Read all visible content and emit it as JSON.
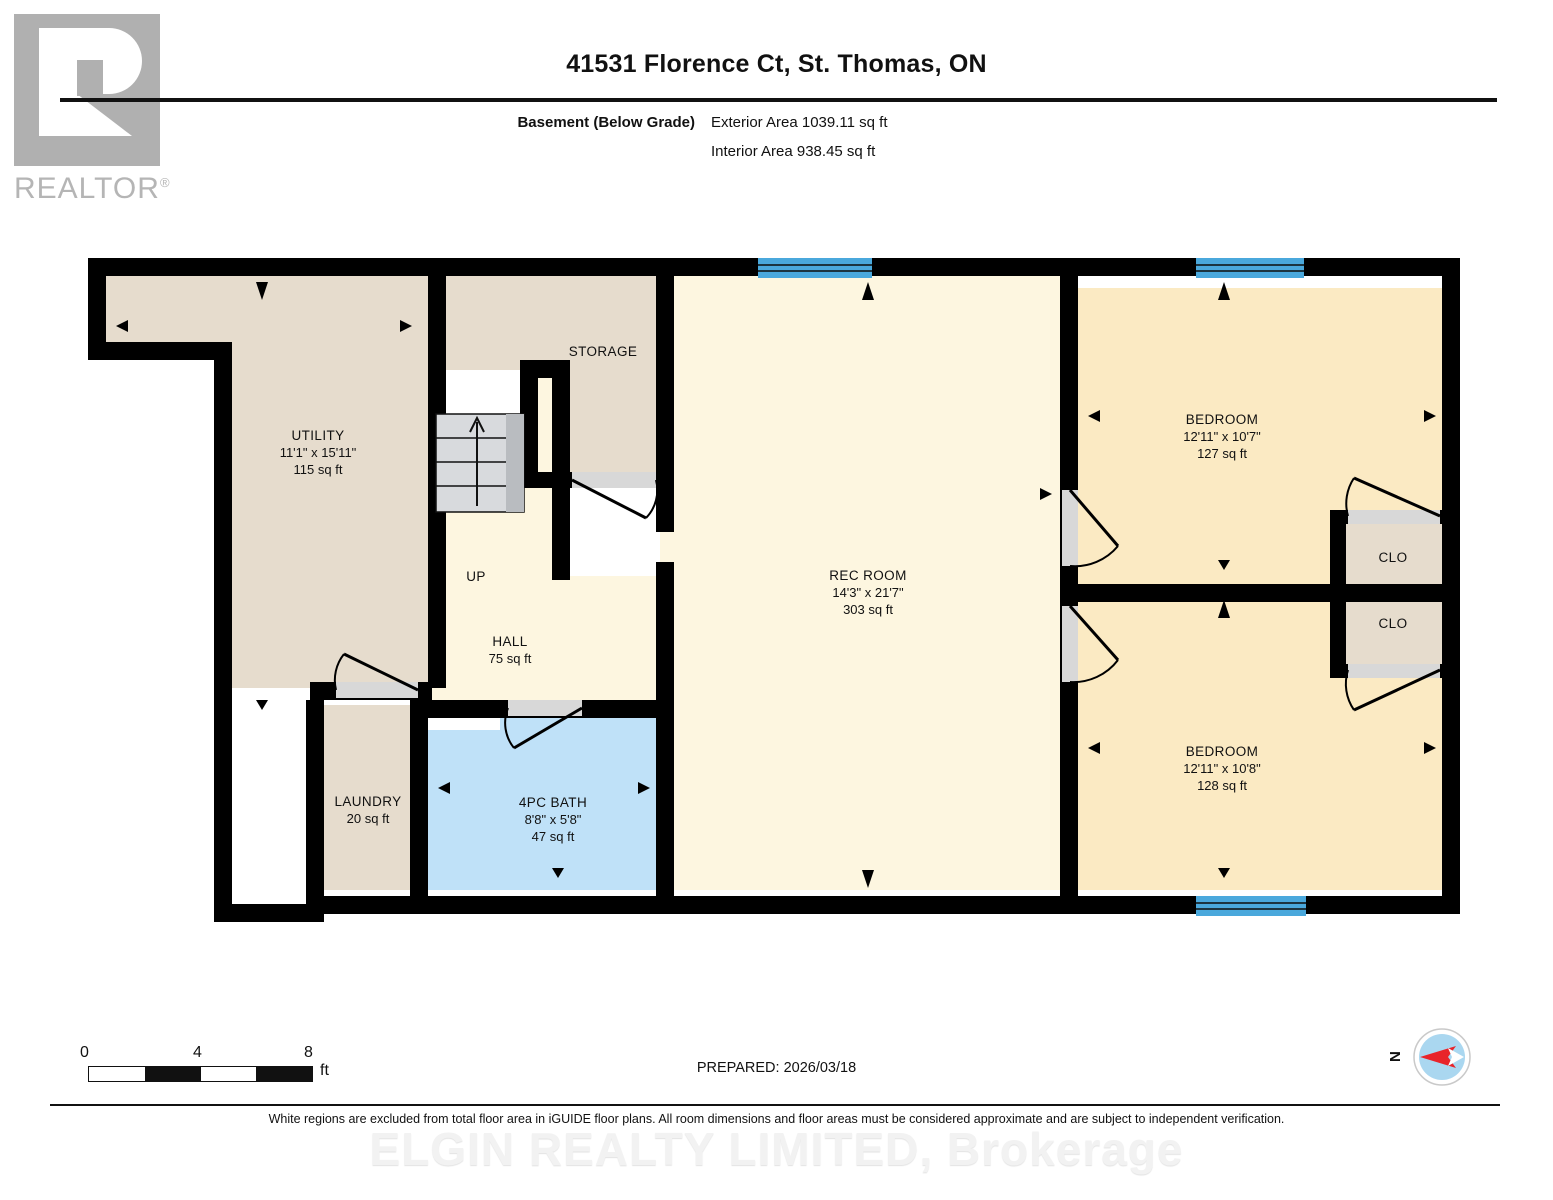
{
  "logo": {
    "mark": "realtor-R-mark",
    "word": "REALTOR",
    "registered": "®"
  },
  "header": {
    "title": "41531 Florence Ct, St. Thomas, ON",
    "level_label": "Basement (Below Grade)",
    "exterior_area": "Exterior Area 1039.11 sq ft",
    "interior_area": "Interior Area 938.45 sq ft"
  },
  "rooms": [
    {
      "name": "UTILITY",
      "dim": "11'1\" x 15'11\"",
      "area": "115 sq ft",
      "fill": "#e6dccd"
    },
    {
      "name": "STORAGE",
      "dim": "",
      "area": "",
      "fill": "#e6dccd"
    },
    {
      "name": "REC ROOM",
      "dim": "14'3\" x 21'7\"",
      "area": "303 sq ft",
      "fill": "#fdf6e0"
    },
    {
      "name": "HALL",
      "dim": "",
      "area": "75 sq ft",
      "fill": "#fdf6e0"
    },
    {
      "name": "LAUNDRY",
      "dim": "",
      "area": "20 sq ft",
      "fill": "#e6dccd"
    },
    {
      "name": "4PC BATH",
      "dim": "8'8\" x 5'8\"",
      "area": "47 sq ft",
      "fill": "#bfe1f8"
    },
    {
      "name": "BEDROOM",
      "dim": "12'11\" x 10'7\"",
      "area": "127 sq ft",
      "fill": "#fbeac3"
    },
    {
      "name": "BEDROOM",
      "dim": "12'11\" x 10'8\"",
      "area": "128 sq ft",
      "fill": "#fbeac3"
    },
    {
      "name": "CLO",
      "dim": "",
      "area": "",
      "fill": "#e6dccd"
    },
    {
      "name": "CLO",
      "dim": "",
      "area": "",
      "fill": "#e6dccd"
    }
  ],
  "stairs": {
    "label": "UP"
  },
  "scale": {
    "ticks": [
      "0",
      "4",
      "8"
    ],
    "unit": "ft"
  },
  "prepared": "PREPARED: 2026/03/18",
  "compass": {
    "north_label": "N"
  },
  "disclaimer": "White regions are excluded from total floor area in iGUIDE floor plans. All room dimensions and floor areas must be considered approximate and are subject to independent verification.",
  "watermark": "ELGIN REALTY LIMITED, Brokerage",
  "colors": {
    "wall": "#000000",
    "window": "#4aa8dc",
    "door_sill": "#d8d8d8",
    "tan": "#e6dccd",
    "cream": "#fdf6e0",
    "yellow": "#fbeac3",
    "blue": "#bfe1f8",
    "logo_gray": "#b0b0b0"
  }
}
